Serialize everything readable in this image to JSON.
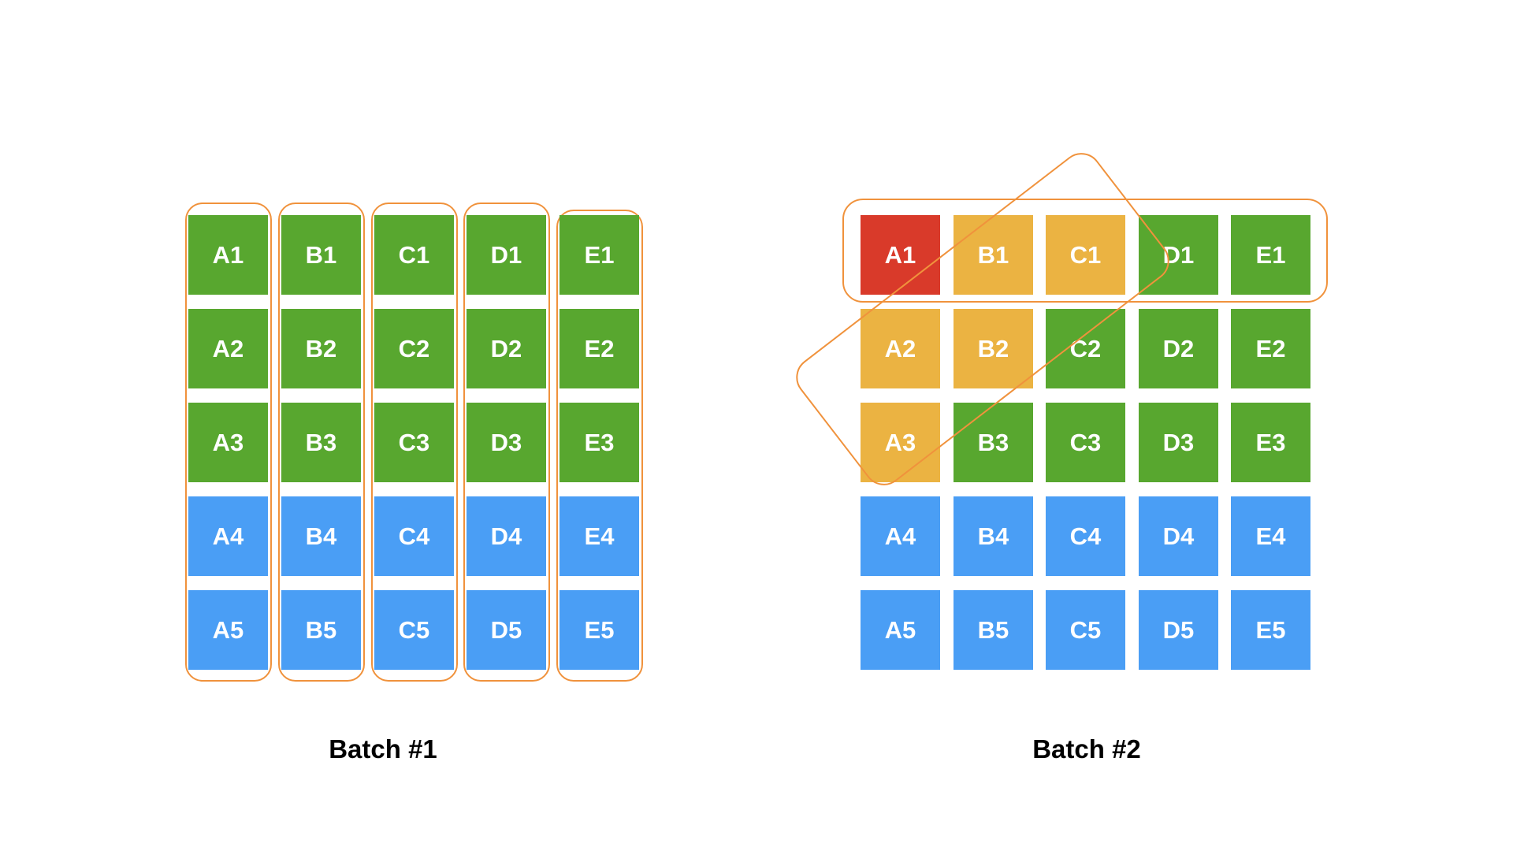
{
  "colors": {
    "green": "#58A72F",
    "blue": "#4A9EF5",
    "yellow": "#EBB342",
    "red": "#D93A2A",
    "outline": "#F0923C",
    "cell_text": "#FFFFFF",
    "caption_text": "#000000",
    "background": "#FFFFFF"
  },
  "batch1": {
    "caption": "Batch #1",
    "grid": {
      "columns": [
        "A",
        "B",
        "C",
        "D",
        "E"
      ],
      "rows": [
        "1",
        "2",
        "3",
        "4",
        "5"
      ]
    },
    "annotations": [
      "column-outline-A",
      "column-outline-B",
      "column-outline-C",
      "column-outline-D",
      "column-outline-E"
    ],
    "cells": [
      {
        "label": "A1",
        "color": "green"
      },
      {
        "label": "B1",
        "color": "green"
      },
      {
        "label": "C1",
        "color": "green"
      },
      {
        "label": "D1",
        "color": "green"
      },
      {
        "label": "E1",
        "color": "green"
      },
      {
        "label": "A2",
        "color": "green"
      },
      {
        "label": "B2",
        "color": "green"
      },
      {
        "label": "C2",
        "color": "green"
      },
      {
        "label": "D2",
        "color": "green"
      },
      {
        "label": "E2",
        "color": "green"
      },
      {
        "label": "A3",
        "color": "green"
      },
      {
        "label": "B3",
        "color": "green"
      },
      {
        "label": "C3",
        "color": "green"
      },
      {
        "label": "D3",
        "color": "green"
      },
      {
        "label": "E3",
        "color": "green"
      },
      {
        "label": "A4",
        "color": "blue"
      },
      {
        "label": "B4",
        "color": "blue"
      },
      {
        "label": "C4",
        "color": "blue"
      },
      {
        "label": "D4",
        "color": "blue"
      },
      {
        "label": "E4",
        "color": "blue"
      },
      {
        "label": "A5",
        "color": "blue"
      },
      {
        "label": "B5",
        "color": "blue"
      },
      {
        "label": "C5",
        "color": "blue"
      },
      {
        "label": "D5",
        "color": "blue"
      },
      {
        "label": "E5",
        "color": "blue"
      }
    ]
  },
  "batch2": {
    "caption": "Batch #2",
    "grid": {
      "columns": [
        "A",
        "B",
        "C",
        "D",
        "E"
      ],
      "rows": [
        "1",
        "2",
        "3",
        "4",
        "5"
      ]
    },
    "annotations": [
      "row-1-outline",
      "rotated-diagonal-outline"
    ],
    "cells": [
      {
        "label": "A1",
        "color": "red"
      },
      {
        "label": "B1",
        "color": "yellow"
      },
      {
        "label": "C1",
        "color": "yellow"
      },
      {
        "label": "D1",
        "color": "green"
      },
      {
        "label": "E1",
        "color": "green"
      },
      {
        "label": "A2",
        "color": "yellow"
      },
      {
        "label": "B2",
        "color": "yellow"
      },
      {
        "label": "C2",
        "color": "green"
      },
      {
        "label": "D2",
        "color": "green"
      },
      {
        "label": "E2",
        "color": "green"
      },
      {
        "label": "A3",
        "color": "yellow"
      },
      {
        "label": "B3",
        "color": "green"
      },
      {
        "label": "C3",
        "color": "green"
      },
      {
        "label": "D3",
        "color": "green"
      },
      {
        "label": "E3",
        "color": "green"
      },
      {
        "label": "A4",
        "color": "blue"
      },
      {
        "label": "B4",
        "color": "blue"
      },
      {
        "label": "C4",
        "color": "blue"
      },
      {
        "label": "D4",
        "color": "blue"
      },
      {
        "label": "E4",
        "color": "blue"
      },
      {
        "label": "A5",
        "color": "blue"
      },
      {
        "label": "B5",
        "color": "blue"
      },
      {
        "label": "C5",
        "color": "blue"
      },
      {
        "label": "D5",
        "color": "blue"
      },
      {
        "label": "E5",
        "color": "blue"
      }
    ]
  }
}
